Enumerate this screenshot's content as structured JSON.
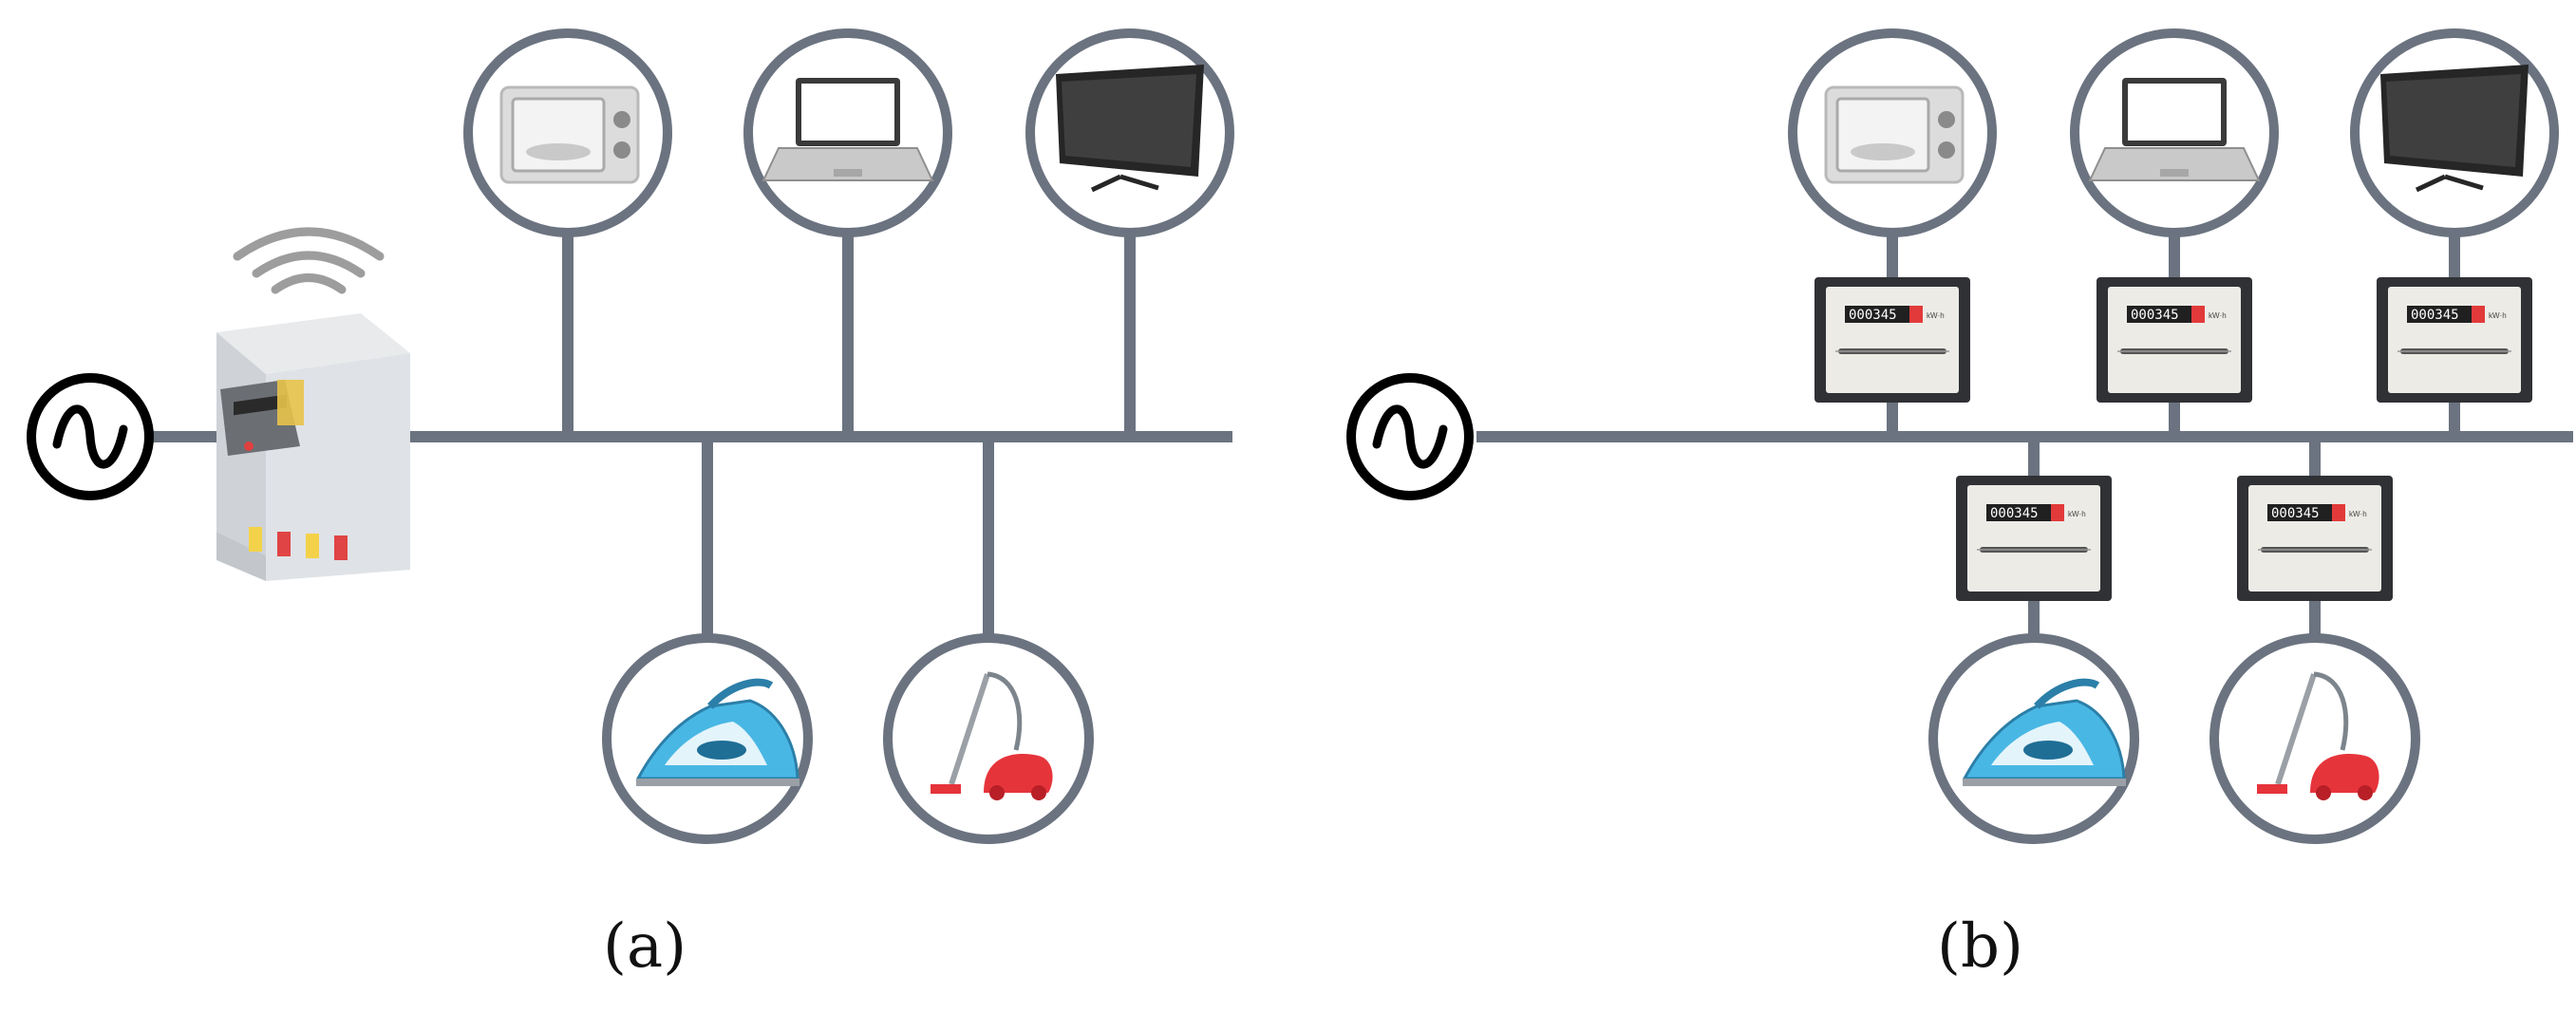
{
  "panels": [
    {
      "caption": "(a)",
      "meter_type": "single-smart-meter",
      "appliances": [
        "microwave-icon",
        "laptop-icon",
        "tv-icon",
        "iron-icon",
        "vacuum-icon"
      ]
    },
    {
      "caption": "(b)",
      "meter_type": "per-appliance-meters",
      "appliances": [
        "microwave-icon",
        "laptop-icon",
        "tv-icon",
        "iron-icon",
        "vacuum-icon"
      ]
    }
  ],
  "meter_reading": "000345",
  "meter_unit": "kW·h",
  "colors": {
    "line": "#6b7380",
    "ac_source": "#000000",
    "iron_blue": "#49b7e4",
    "vacuum_red": "#e6343b",
    "meter_case": "#2f3135"
  }
}
